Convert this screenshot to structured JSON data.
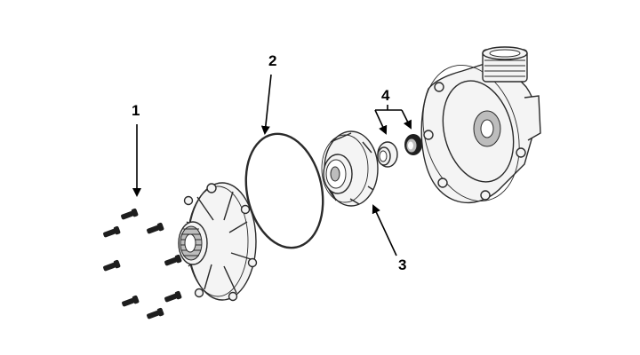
{
  "callouts": [
    {
      "id": "1",
      "label": "1",
      "part": "screws"
    },
    {
      "id": "2",
      "label": "2",
      "part": "o-ring"
    },
    {
      "id": "3",
      "label": "3",
      "part": "impeller"
    },
    {
      "id": "4",
      "label": "4",
      "part": "seal-assembly"
    }
  ],
  "colors": {
    "ink": "#2a2a2a",
    "background": "#ffffff",
    "shade": "#bdbdbd"
  }
}
